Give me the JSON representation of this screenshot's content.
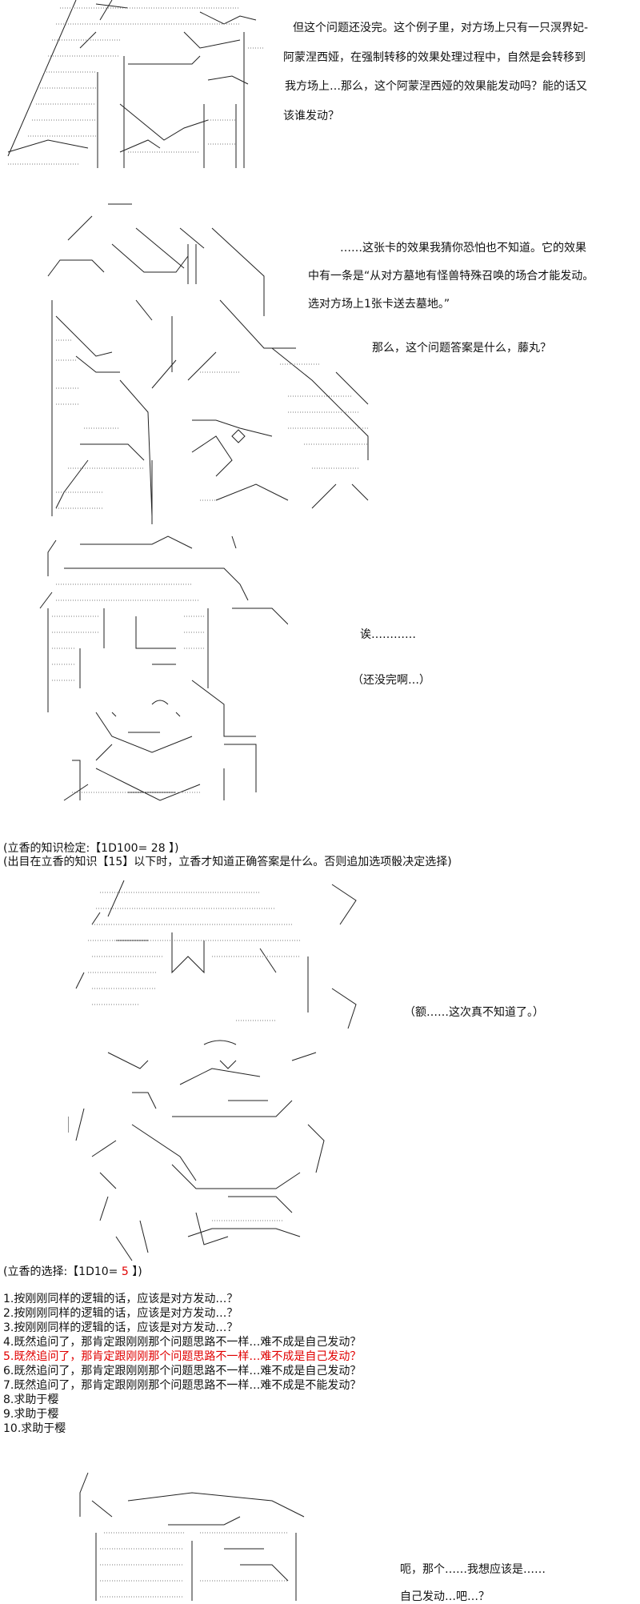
{
  "panel1": {
    "lines": [
      "但这个问题还没完。这个例子里，对方场上只有一只溟界妃-",
      "阿蒙涅西娅，在强制转移的效果处理过程中，自然是会转移到",
      "我方场上…那么，这个阿蒙涅西娅的效果能发动吗？能的话又",
      "该谁发动？"
    ]
  },
  "panel2": {
    "lines": [
      "……这张卡的效果我猜你恐怕也不知道。它的效果",
      "中有一条是“从对方墓地有怪兽特殊召唤的场合才能发动。",
      "选对方场上1张卡送去墓地。”"
    ],
    "question": "那么，这个问题答案是什么，藤丸？"
  },
  "panel3": {
    "exclaim": "诶…………",
    "thought": "（还没完啊…）"
  },
  "check": {
    "line1_prefix": "(立香的知识检定:【1D100= ",
    "line1_value": "28",
    "line1_suffix": " 】)",
    "line2": "(出目在立香的知识【15】以下时，立香才知道正确答案是什么。否则追加选项骰决定选择)"
  },
  "panel4": {
    "thought": "（额……这次真不知道了。）"
  },
  "choice": {
    "prefix": "(立香的选择:【1D10= ",
    "value": "5",
    "suffix": " 】)",
    "accent_color": "#e00000",
    "options": [
      "1.按刚刚同样的逻辑的话，应该是对方发动…？",
      "2.按刚刚同样的逻辑的话，应该是对方发动…？",
      "3.按刚刚同样的逻辑的话，应该是对方发动…？",
      "4.既然追问了，那肯定跟刚刚那个问题思路不一样…难不成是自己发动？",
      "5.既然追问了，那肯定跟刚刚那个问题思路不一样…难不成是自己发动？",
      "6.既然追问了，那肯定跟刚刚那个问题思路不一样…难不成是自己发动？",
      "7.既然追问了，那肯定跟刚刚那个问题思路不一样…难不成是不能发动？",
      "8.求助于樱",
      "9.求助于樱",
      "10.求助于樱"
    ],
    "selected_index": 4
  },
  "panel5": {
    "lines": [
      "呃，那个……我想应该是……",
      "自己发动…吧…？"
    ]
  }
}
